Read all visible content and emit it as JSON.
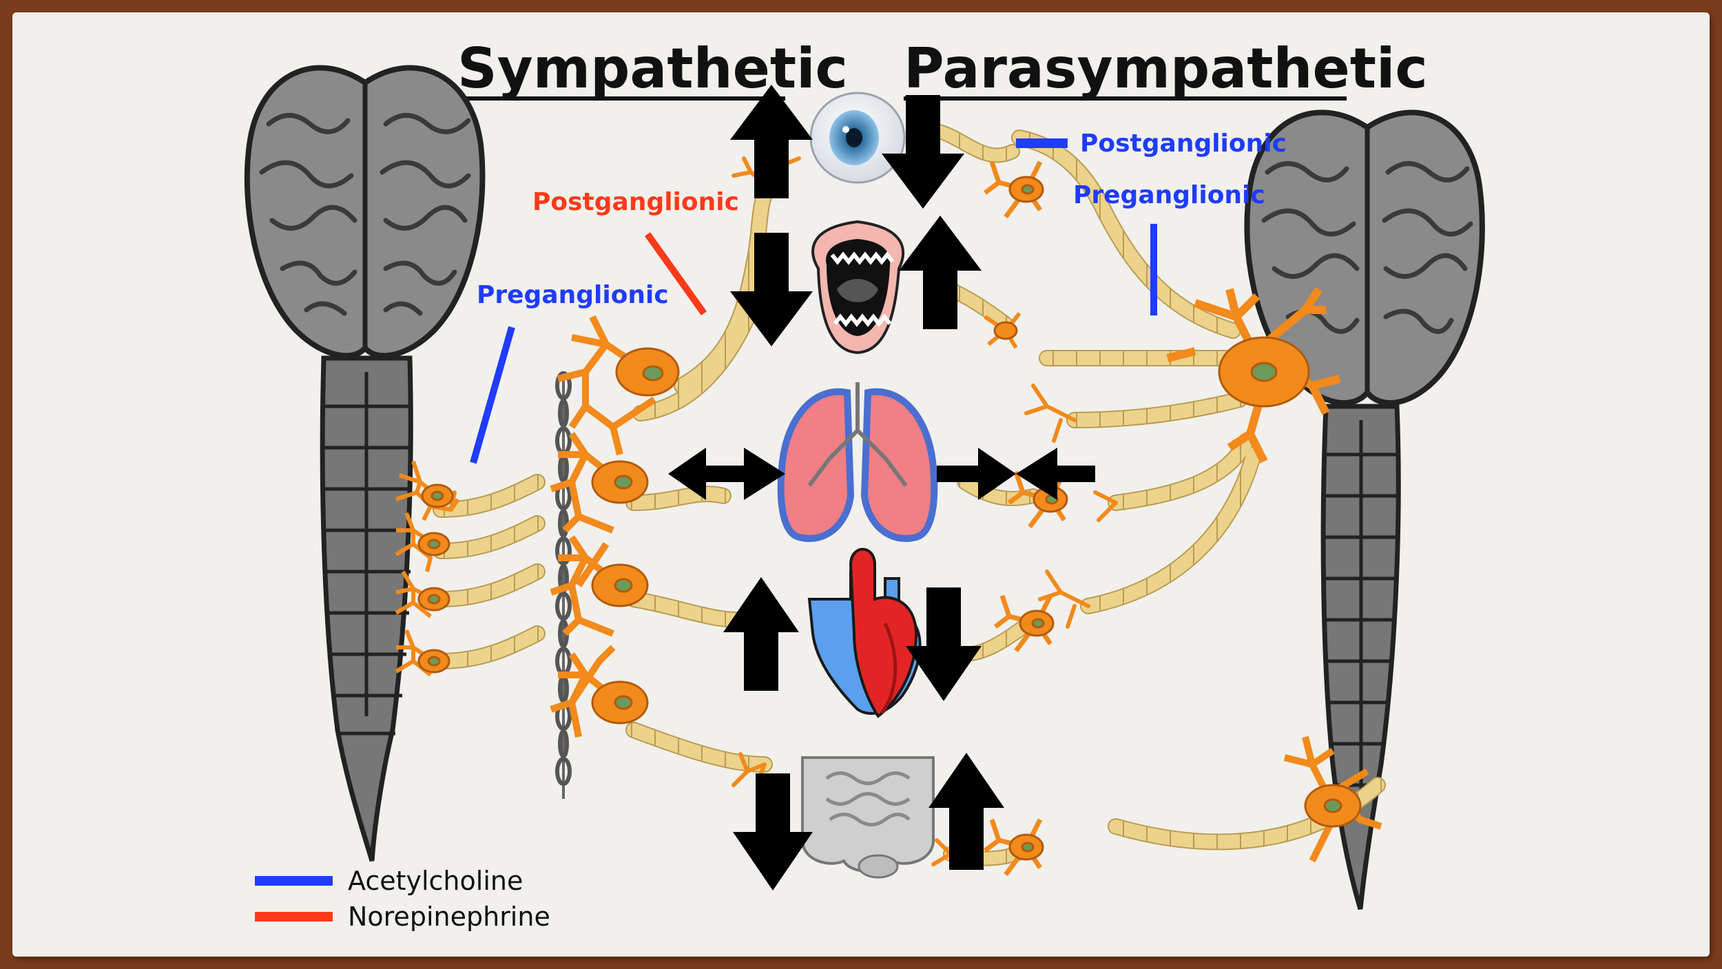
{
  "titles": {
    "sympathetic": "Sympathetic",
    "parasympathetic": "Parasympathetic"
  },
  "labels": {
    "symp_postganglionic": "Postganglionic",
    "symp_preganglionic": "Preganglionic",
    "para_postganglionic": "Postganglionic",
    "para_preganglionic": "Preganglionic"
  },
  "legend": [
    {
      "label": "Acetylcholine",
      "color": "#1f3cff"
    },
    {
      "label": "Norepinephrine",
      "color": "#ff3a1a"
    }
  ],
  "colors": {
    "frame": "#7a3b1c",
    "paper": "#f1f0ec",
    "acetylcholine": "#1f3cff",
    "norepinephrine": "#ff3a1a",
    "neuron_body": "#f28a1c",
    "nucleus": "#6b9a5b",
    "axon": "#ecd28a",
    "brain": "#808080"
  },
  "organs": [
    "eye-icon",
    "mouth-icon",
    "lungs-icon",
    "heart-icon",
    "intestines-icon"
  ],
  "effects": {
    "sympathetic": [
      "up",
      "down",
      "outward",
      "up",
      "down"
    ],
    "parasympathetic": [
      "down",
      "up",
      "inward",
      "down",
      "up"
    ]
  }
}
